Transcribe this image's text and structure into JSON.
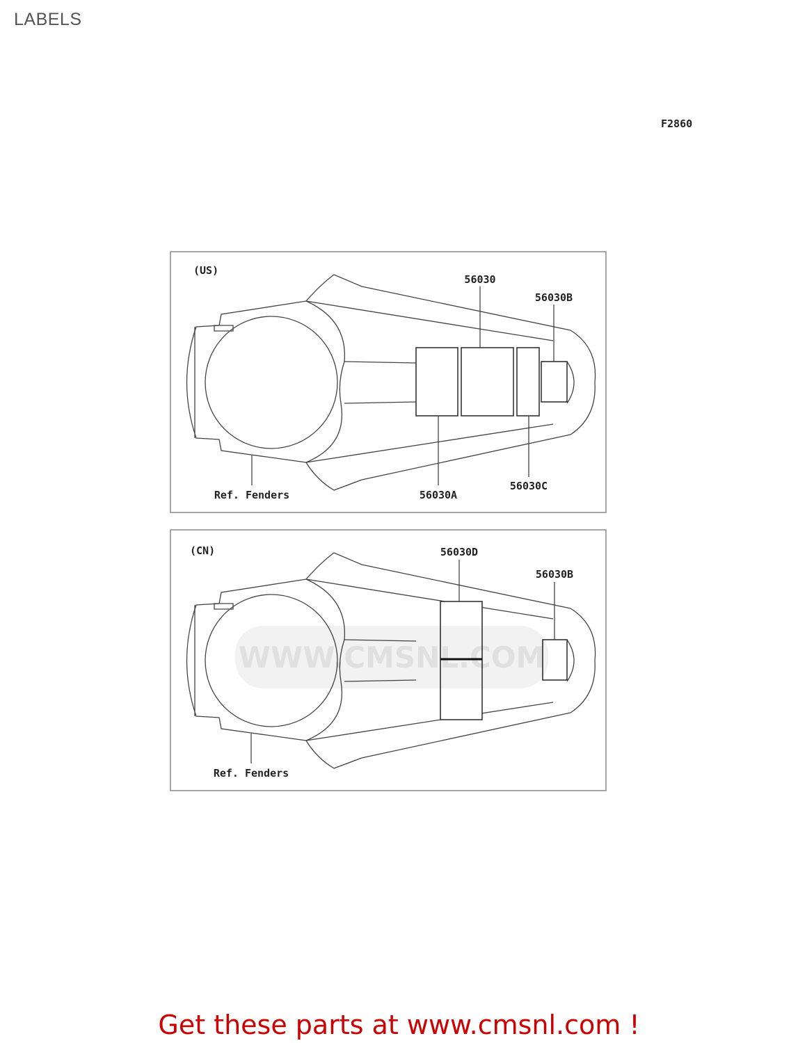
{
  "page": {
    "title": "LABELS",
    "figure_code": "F2860"
  },
  "panels": [
    {
      "region": "(US)",
      "ref_label": "Ref. Fenders",
      "parts": [
        "56030",
        "56030B",
        "56030A",
        "56030C"
      ]
    },
    {
      "region": "(CN)",
      "ref_label": "Ref. Fenders",
      "parts": [
        "56030D",
        "56030B"
      ]
    }
  ],
  "watermark": "WWW.CMSNL.COM",
  "footer": {
    "text": "Get these parts at www.cmsnl.com !",
    "color": "#cc0000"
  }
}
